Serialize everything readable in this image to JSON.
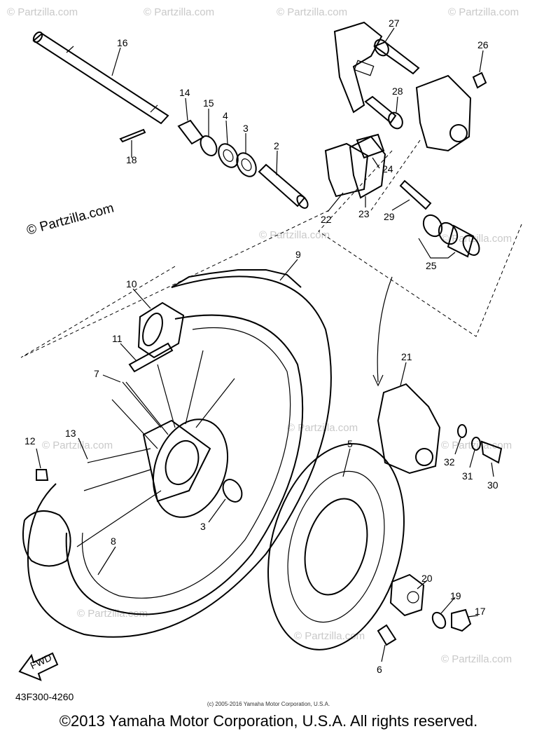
{
  "watermark": {
    "text": "© Partzilla.com"
  },
  "labels": {
    "p2": "2",
    "p3a": "3",
    "p3b": "3",
    "p4": "4",
    "p5": "5",
    "p6": "6",
    "p7": "7",
    "p8": "8",
    "p9": "9",
    "p10": "10",
    "p11": "11",
    "p12": "12",
    "p13": "13",
    "p14": "14",
    "p15": "15",
    "p16": "16",
    "p17": "17",
    "p18": "18",
    "p19": "19",
    "p20": "20",
    "p21": "21",
    "p22": "22",
    "p23": "23",
    "p24": "24",
    "p25": "25",
    "p26": "26",
    "p27": "27",
    "p28": "28",
    "p29": "29",
    "p30": "30",
    "p31": "31",
    "p32": "32"
  },
  "fwd_arrow": "FWD",
  "part_code": "43F300-4260",
  "small_copyright": "(c) 2005-2016 Yamaha Motor Corporation, U.S.A.",
  "footer_copyright": "©2013 Yamaha Motor Corporation, U.S.A. All rights reserved."
}
